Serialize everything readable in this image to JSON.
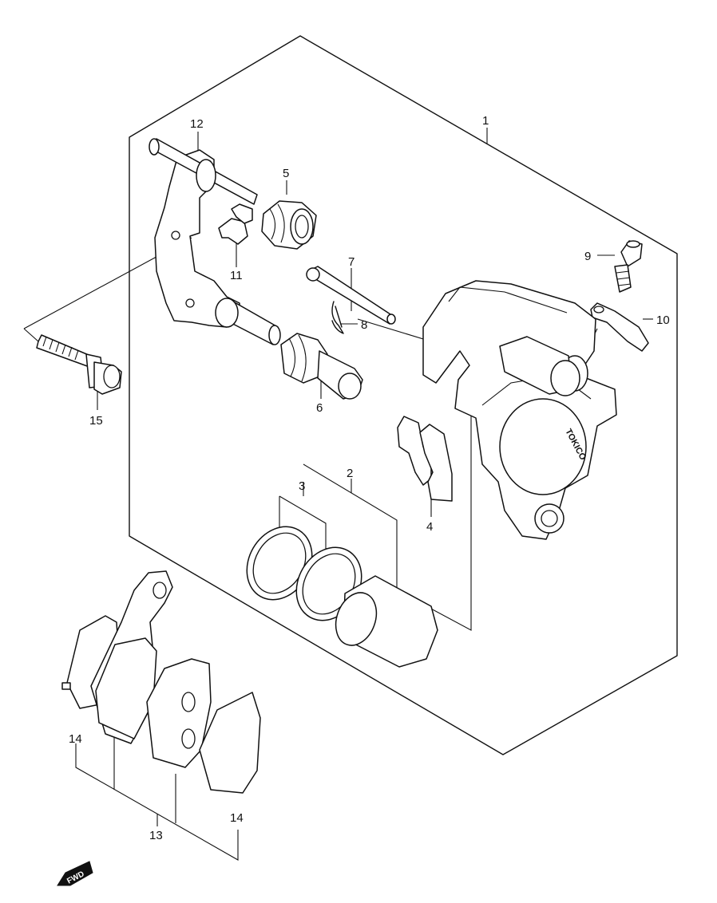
{
  "callouts": {
    "p1": "1",
    "p2": "2",
    "p3": "3",
    "p4": "4",
    "p5": "5",
    "p6": "6",
    "p7": "7",
    "p8": "8",
    "p9": "9",
    "p10": "10",
    "p11": "11",
    "p12": "12",
    "p13": "13",
    "p14a": "14",
    "p14b": "14",
    "p15": "15"
  },
  "caliper_brand": "TOKICO",
  "direction_label": "FWD"
}
